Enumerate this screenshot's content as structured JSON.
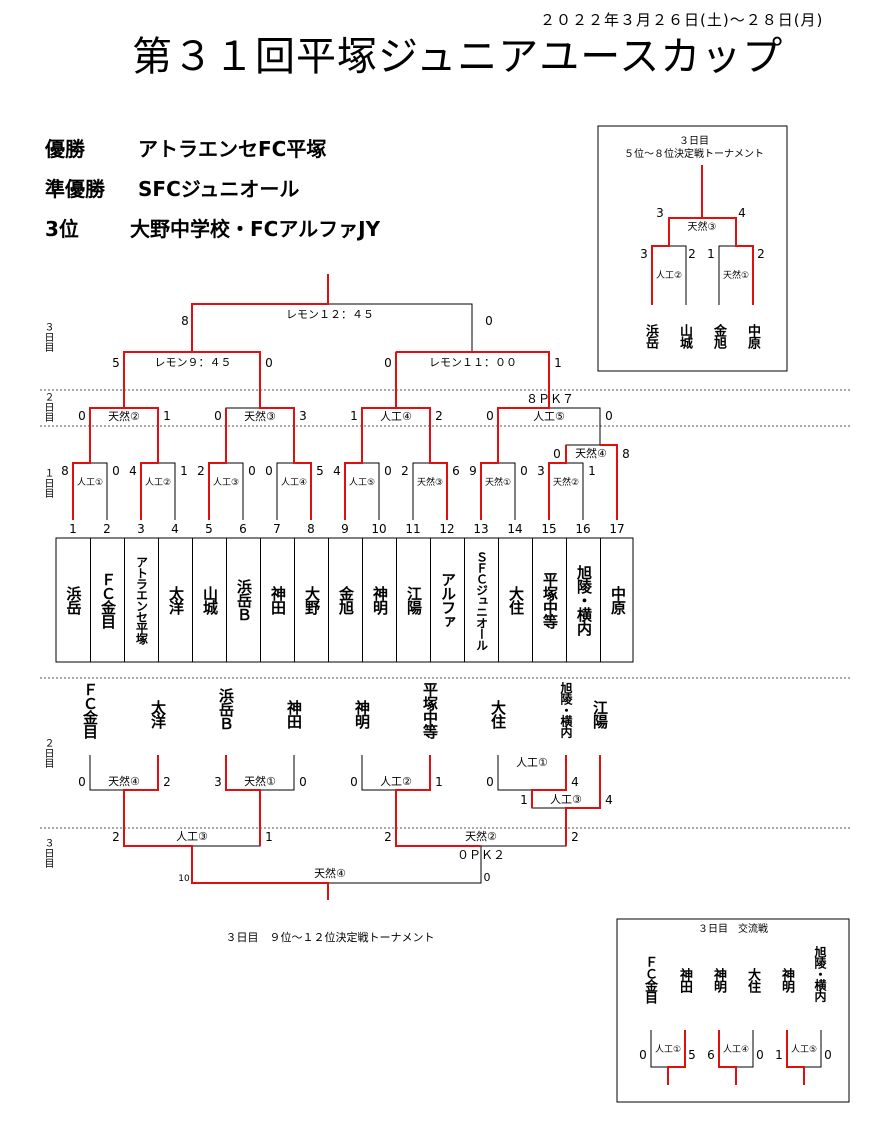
{
  "header": {
    "date": "２０２２年３月２６日(土)～２８日(月)",
    "title": "第３１回平塚ジュニアユースカップ"
  },
  "results": [
    {
      "label": "優勝",
      "value": "アトラエンセFC平塚"
    },
    {
      "label": "準優勝",
      "value": "SFCジュニオール"
    },
    {
      "label": "3位",
      "value": "大野中学校・FCアルファJY"
    }
  ],
  "day_labels": {
    "day3": "３日目",
    "day2": "２日目",
    "day1": "１日目"
  },
  "main": {
    "numbers": [
      "1",
      "2",
      "3",
      "4",
      "5",
      "6",
      "7",
      "8",
      "9",
      "10",
      "11",
      "12",
      "13",
      "14",
      "15",
      "16",
      "17"
    ],
    "teams": [
      "浜岳",
      "ＦＣ金目",
      "アトラエンセ平塚",
      "太洋",
      "山城",
      "浜岳Ｂ",
      "神田",
      "大野",
      "金旭",
      "神明",
      "江陽",
      "アルファ",
      "ＳＦＣジュニオール",
      "大住",
      "平塚中等",
      "旭陵・横内",
      "中原"
    ],
    "final": {
      "venue": "レモン１２：４５",
      "s1": "8",
      "s2": "0"
    },
    "semis": [
      {
        "venue": "レモン９：４５",
        "s1": "5",
        "s2": "0"
      },
      {
        "venue": "レモン１１：００",
        "s1": "0",
        "s2": "1"
      }
    ],
    "qf": [
      {
        "venue": "天然②",
        "s1": "0",
        "s2": "1"
      },
      {
        "venue": "天然③",
        "s1": "0",
        "s2": "3"
      },
      {
        "venue": "人工④",
        "s1": "1",
        "s2": "2"
      },
      {
        "venue": "人工⑤",
        "s1": "0",
        "s2": "0"
      }
    ],
    "qf_pk": "８ＰＫ７",
    "r1": [
      {
        "venue": "人工①",
        "s1": "8",
        "s2": "0"
      },
      {
        "venue": "人工②",
        "s1": "4",
        "s2": "1"
      },
      {
        "venue": "人工③",
        "s1": "2",
        "s2": "0"
      },
      {
        "venue": "人工④",
        "s1": "0",
        "s2": "5"
      },
      {
        "venue": "人工⑤",
        "s1": "4",
        "s2": "0"
      },
      {
        "venue": "天然③",
        "s1": "2",
        "s2": "6"
      },
      {
        "venue": "天然①",
        "s1": "9",
        "s2": "0"
      },
      {
        "venue": "天然②",
        "s1": "3",
        "s2": "1"
      }
    ],
    "pre": {
      "venue": "天然④",
      "s1": "0",
      "s2": "8"
    }
  },
  "consolation": {
    "teams": [
      "ＦＣ金目",
      "太洋",
      "浜岳Ｂ",
      "神田",
      "神明",
      "平塚中等",
      "大住",
      "旭陵・横内",
      "江陽"
    ],
    "m": [
      {
        "venue": "天然④",
        "s1": "0",
        "s2": "2"
      },
      {
        "venue": "天然①",
        "s1": "3",
        "s2": "0"
      },
      {
        "venue": "人工②",
        "s1": "0",
        "s2": "1"
      },
      {
        "venue": "人工①",
        "s1": "0",
        "s2": "4"
      },
      {
        "venue": "人工③",
        "s1": "1",
        "s2": "4"
      },
      {
        "venue": "人工③",
        "s1": "2",
        "s2": "1"
      },
      {
        "venue": "天然②",
        "s1": "2",
        "s2": "2"
      },
      {
        "venue": "天然④",
        "s1": "10",
        "s2": "0"
      }
    ],
    "pk": "０ＰＫ２",
    "caption": "３日目　９位～１２位決定戦トーナメント"
  },
  "box5_8": {
    "title1": "３日目",
    "title2": "５位～８位決定戦トーナメント",
    "final": {
      "venue": "天然③",
      "s1": "3",
      "s2": "4"
    },
    "m": [
      {
        "venue": "人工②",
        "s1": "3",
        "s2": "2"
      },
      {
        "venue": "天然①",
        "s1": "1",
        "s2": "2"
      }
    ],
    "teams": [
      "浜岳",
      "山城",
      "金旭",
      "中原"
    ]
  },
  "box_exchange": {
    "title": "３日目　交流戦",
    "teams": [
      "ＦＣ金目",
      "神田",
      "神明",
      "大住",
      "神明",
      "旭陵・横内"
    ],
    "m": [
      {
        "venue": "人工①",
        "s1": "0",
        "s2": "5"
      },
      {
        "venue": "人工④",
        "s1": "6",
        "s2": "0"
      },
      {
        "venue": "人工⑤",
        "s1": "1",
        "s2": "0"
      }
    ]
  },
  "colors": {
    "win": "#e01010",
    "line": "#000000",
    "dotted": "#555555"
  }
}
